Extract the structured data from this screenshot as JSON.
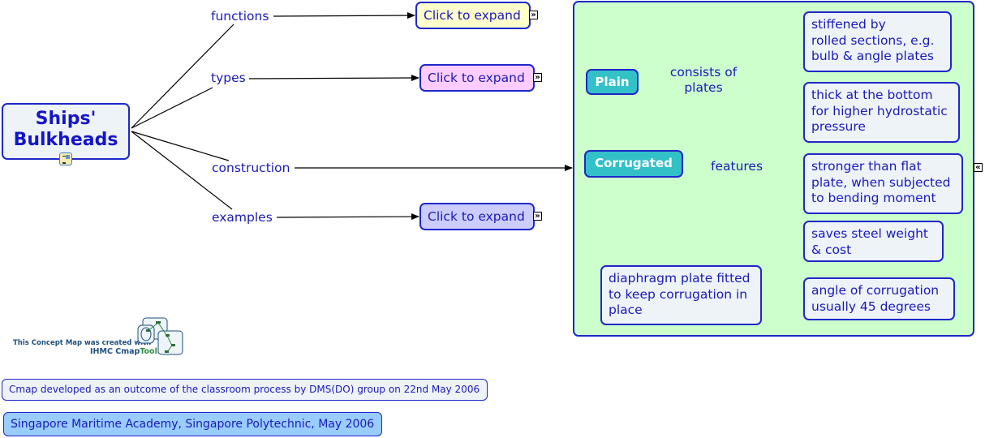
{
  "main_concept": {
    "label_line1": "Ships'",
    "label_line2": "Bulkheads",
    "attachment_icon": "document-icon"
  },
  "links": [
    {
      "label": "functions"
    },
    {
      "label": "types"
    },
    {
      "label": "construction"
    },
    {
      "label": "examples"
    }
  ],
  "expand_nodes": [
    {
      "label": "Click to expand",
      "color": "#ffffcc",
      "icon": "expand-right-icon",
      "icon_glyph": "»"
    },
    {
      "label": "Click to expand",
      "color": "#ffccff",
      "icon": "expand-right-icon",
      "icon_glyph": "»"
    },
    {
      "label": "Click to expand",
      "color": "#ccccff",
      "icon": "expand-right-icon",
      "icon_glyph": "»"
    }
  ],
  "construction_group": {
    "background": "#ccffcc",
    "collapse_icon_glyph": "«",
    "plain": {
      "label": "Plain",
      "link_label_line1": "consists of",
      "link_label_line2": "plates",
      "children": [
        {
          "lines": [
            "stiffened by",
            "rolled sections, e.g.",
            "bulb & angle plates"
          ]
        },
        {
          "lines": [
            "thick at the bottom",
            "for higher hydrostatic",
            "pressure"
          ]
        }
      ]
    },
    "corrugated": {
      "label": "Corrugated",
      "link_label": "features",
      "children": [
        {
          "lines": [
            "stronger than flat",
            "plate, when subjected",
            "to bending moment"
          ]
        },
        {
          "lines": [
            "saves steel weight",
            "& cost"
          ]
        },
        {
          "lines": [
            "angle of corrugation",
            "usually 45 degrees"
          ]
        },
        {
          "lines": [
            "diaphragm plate fitted",
            "to keep corrugation in",
            "place"
          ]
        }
      ]
    }
  },
  "logo": {
    "line1": "This Concept Map was created with",
    "line2_a": "IHMC Cmap",
    "line2_b": "Tools"
  },
  "footer": {
    "note": "Cmap developed as an outcome of the classroom process by DMS(DO) group on 22nd May 2006",
    "credit": "Singapore Maritime Academy, Singapore Polytechnic, May 2006",
    "credit_color": "#99ccff"
  }
}
